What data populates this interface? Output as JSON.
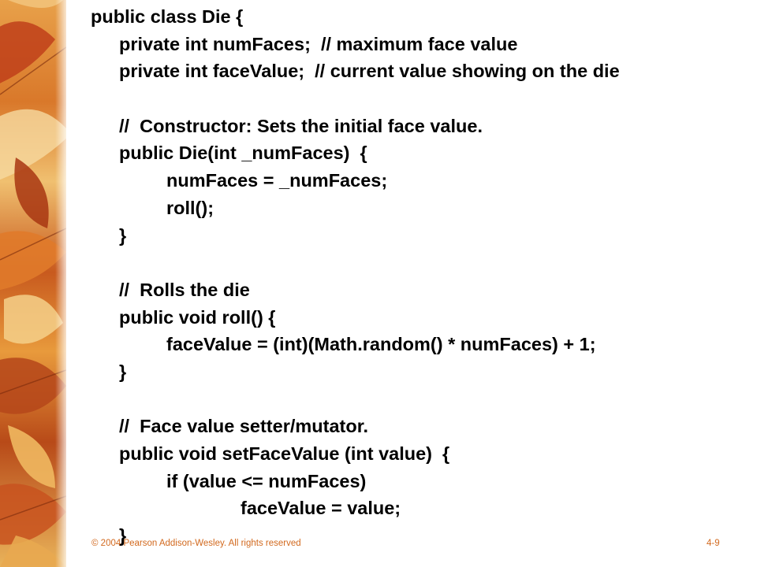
{
  "slide": {
    "code_lines": [
      {
        "text": "public class Die {",
        "indent": 0
      },
      {
        "text": "private int numFaces;  // maximum face value",
        "indent": 1
      },
      {
        "text": "private int faceValue;  // current value showing on the die",
        "indent": 1
      },
      {
        "text": "",
        "indent": 0
      },
      {
        "text": "//  Constructor: Sets the initial face value.",
        "indent": 1
      },
      {
        "text": "public Die(int _numFaces)  {",
        "indent": 1
      },
      {
        "text": "numFaces = _numFaces;",
        "indent": 2
      },
      {
        "text": "roll();",
        "indent": 2
      },
      {
        "text": "}",
        "indent": 1
      },
      {
        "text": "",
        "indent": 0
      },
      {
        "text": "//  Rolls the die",
        "indent": 1
      },
      {
        "text": "public void roll() {",
        "indent": 1
      },
      {
        "text": "faceValue = (int)(Math.random() * numFaces) + 1;",
        "indent": 2
      },
      {
        "text": "}",
        "indent": 1
      },
      {
        "text": "",
        "indent": 0
      },
      {
        "text": "//  Face value setter/mutator.",
        "indent": 1
      },
      {
        "text": "public void setFaceValue (int value)  {",
        "indent": 1
      },
      {
        "text": "if (value <= numFaces)",
        "indent": 2
      },
      {
        "text": "faceValue = value;",
        "indent": 3
      },
      {
        "text": "}",
        "indent": 1
      }
    ],
    "footer_left": "© 2004 Pearson Addison-Wesley. All rights reserved",
    "footer_right": "4-9"
  },
  "colors": {
    "code_text": "#000000",
    "footer_text": "#d2691e",
    "background": "#ffffff"
  },
  "decoration": {
    "left_panel_icon": "autumn-leaves-image"
  }
}
